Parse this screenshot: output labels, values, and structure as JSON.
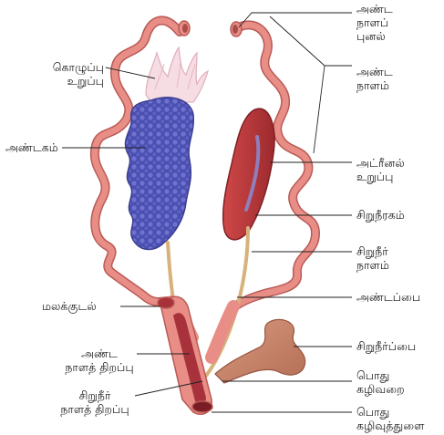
{
  "labels": {
    "ovary_funnel": [
      "அண்ட",
      "நாளப்",
      "புனல்"
    ],
    "oviduct": [
      "அண்ட",
      "நாளம்"
    ],
    "fat_body": [
      "கொழுப்பு",
      "உறுப்பு"
    ],
    "ovary": [
      "அண்டகம்"
    ],
    "adrenal": [
      "அட்ரீனல்",
      "உறுப்பு"
    ],
    "kidney": [
      "சிறுநீரகம்"
    ],
    "ureter": [
      "சிறுநீர்",
      "நாளம்"
    ],
    "rectum": [
      "மலக்குடல்"
    ],
    "ovisac": [
      "அண்டப்பை"
    ],
    "oviduct_opening": [
      "அண்ட",
      "நாளத்  திறப்பு"
    ],
    "bladder": [
      "சிறுநீர்ப்பை"
    ],
    "ureter_opening": [
      "சிறுநீர்",
      "நாளத்  திறப்பு"
    ],
    "cloacal_chamber": [
      "பொது",
      "கழிவறை"
    ],
    "cloacal_aperture": [
      "பொது",
      "கழிவுத்துளை"
    ]
  },
  "colors": {
    "duct": "#e88e86",
    "duct_edge": "#b95a55",
    "ovary": "#4b4fb0",
    "kidney": "#c03b3c",
    "fat_body": "#f6dce3",
    "ureter": "#d7b27c",
    "bladder": "#c9836a",
    "cloaca": "#a8323c",
    "leader": "#222222"
  }
}
